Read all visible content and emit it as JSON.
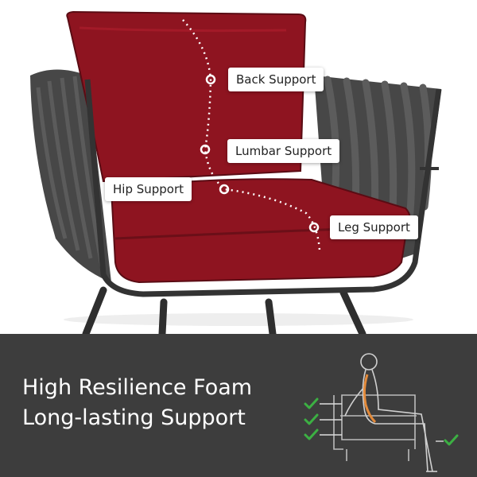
{
  "colors": {
    "cushion": "#8e1420",
    "cushion_dark": "#6b0f18",
    "frame": "#3a3a3a",
    "rope": "#4a4a4a",
    "banner": "#3d3d3d",
    "check": "#3cb043"
  },
  "callouts": {
    "back": "Back Support",
    "lumbar": "Lumbar Support",
    "hip": "Hip Support",
    "leg": "Leg Support"
  },
  "banner": {
    "line1": "High Resilience Foam",
    "line2": "Long-lasting Support"
  },
  "icons": [
    "check-icon",
    "seated-person-icon",
    "sofa-outline-icon"
  ]
}
